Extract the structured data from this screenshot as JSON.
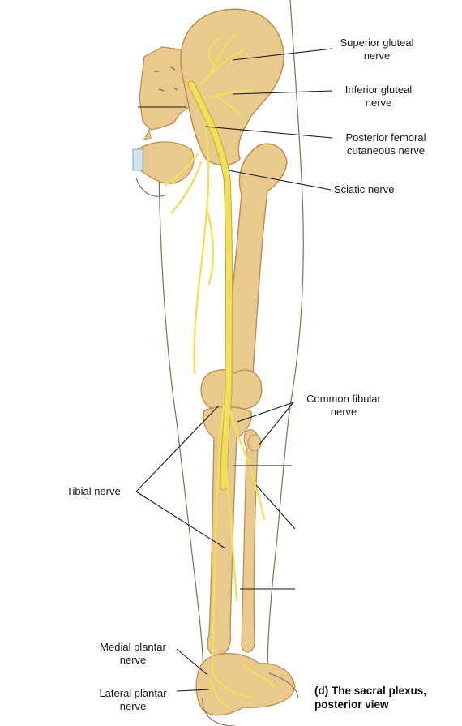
{
  "labels": {
    "superior_gluteal": "Superior gluteal\nnerve",
    "inferior_gluteal": "Inferior gluteal\nnerve",
    "posterior_femoral": "Posterior femoral\ncutaneous nerve",
    "sciatic": "Sciatic nerve",
    "common_fibular": "Common fibular\nnerve",
    "tibial": "Tibial nerve",
    "medial_plantar": "Medial plantar\nnerve",
    "lateral_plantar": "Lateral plantar\nnerve"
  },
  "caption": "(d) The sacral plexus,\nposterior view",
  "colors": {
    "bone": "#e9c98d",
    "bone_shadow": "#b98c4e",
    "nerve": "#f3df5e",
    "nerve_edge": "#c9a92a",
    "skin_outline": "#8a6b55",
    "leader": "#1a1a1a"
  }
}
